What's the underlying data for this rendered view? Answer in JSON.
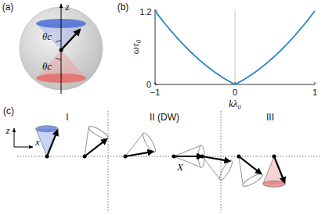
{
  "diagram": {
    "labels": [
      "(a)",
      "z",
      "θc",
      "θc",
      "(b)",
      "ωτ₀",
      "1.2",
      "0",
      "−1",
      "0",
      "1",
      "kλ₀",
      "(c)",
      "z",
      "x",
      "I",
      "II (DW)",
      "III",
      "X"
    ]
  }
}
